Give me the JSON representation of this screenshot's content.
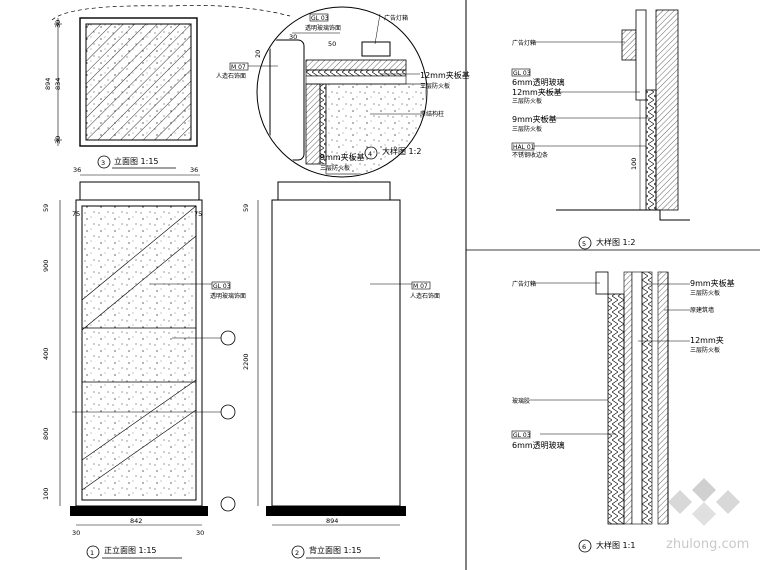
{
  "frame": {
    "stroke": "#000000"
  },
  "views": {
    "v1": {
      "num": "1",
      "title": "正立面图 1:15",
      "width_dim": "842",
      "side_left": "30",
      "side_right": "30",
      "top_dim": "59",
      "heights": [
        "900",
        "400",
        "800",
        "100"
      ],
      "total_height": "2200",
      "col_left": "36",
      "col_right": "36",
      "mid_left": "75",
      "mid_right": "75",
      "tag": "GL 03",
      "tag_text": "透明玻璃饰面"
    },
    "v2": {
      "num": "2",
      "title": "背立面图 1:15",
      "width_dim": "894",
      "top_dim": "59",
      "total_height": "2200",
      "tag": "M 07",
      "tag_text": "人造石饰面"
    },
    "v3": {
      "num": "3",
      "title": "立面图 1:15",
      "h1": "894",
      "h2": "834",
      "top": "30",
      "bottom": "30"
    },
    "v4": {
      "num": "4",
      "title": "大样图 1:2",
      "tag1": "GL 03",
      "tag1_text": "透明玻璃饰面",
      "tag2": "M 07",
      "tag2_text": "人造石饰面",
      "lamp": "广告灯箱",
      "mm12": "12mm夹板基",
      "mm12b": "三层防火板",
      "base": "原结构柱",
      "mm9": "9mm夹板基",
      "mm9b": "三层防火板",
      "dim30": "30",
      "dim50": "50",
      "dim20": "20"
    },
    "v5": {
      "num": "5",
      "title": "大样图 1:2",
      "lamp": "广告灯箱",
      "tag": "GL 03",
      "glass": "6mm透明玻璃",
      "mm12": "12mm夹板基",
      "mm12b": "三层防火板",
      "mm9": "9mm夹板基",
      "mm9b": "三层防火板",
      "tag2": "HAL 01",
      "tag2_text": "不锈钢收边条",
      "dim": "100"
    },
    "v6": {
      "num": "6",
      "title": "大样图 1:1",
      "lamp": "广告灯箱",
      "mm9": "9mm夹板基",
      "mm9b": "三层防火板",
      "base": "原建筑墙",
      "mm12": "12mm夹",
      "mm12b": "三层防火板",
      "glue": "玻璃胶",
      "tag": "GL 03",
      "glass": "6mm透明玻璃"
    }
  },
  "watermark": {
    "site": "zhulong.com"
  }
}
